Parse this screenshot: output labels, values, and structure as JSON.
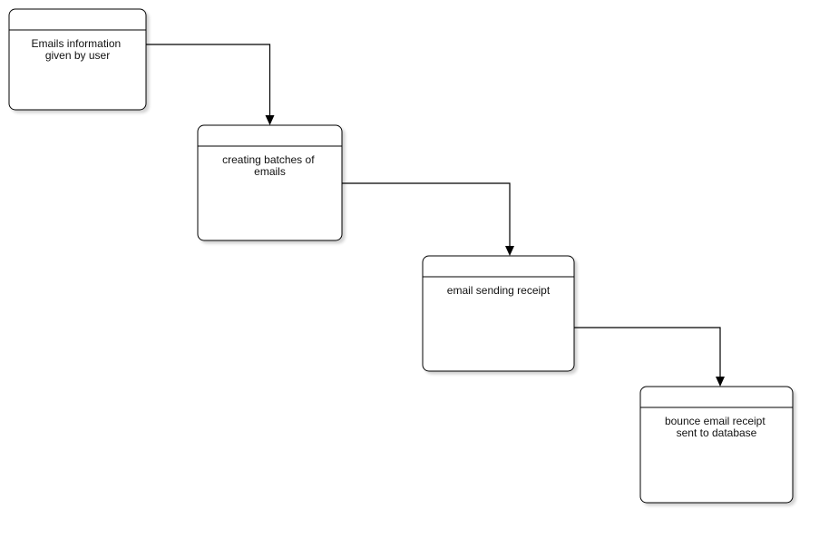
{
  "diagram": {
    "nodes": [
      {
        "id": "user-emails",
        "lines": [
          "Emails information",
          "given by user"
        ]
      },
      {
        "id": "batch-emails",
        "lines": [
          "creating batches of",
          "emails"
        ]
      },
      {
        "id": "send-receipt",
        "lines": [
          "email sending receipt"
        ]
      },
      {
        "id": "bounce-receipt",
        "lines": [
          "bounce email receipt",
          "sent to database"
        ]
      }
    ],
    "edges": [
      {
        "from": "user-emails",
        "to": "batch-emails"
      },
      {
        "from": "batch-emails",
        "to": "send-receipt"
      },
      {
        "from": "send-receipt",
        "to": "bounce-receipt"
      }
    ]
  }
}
